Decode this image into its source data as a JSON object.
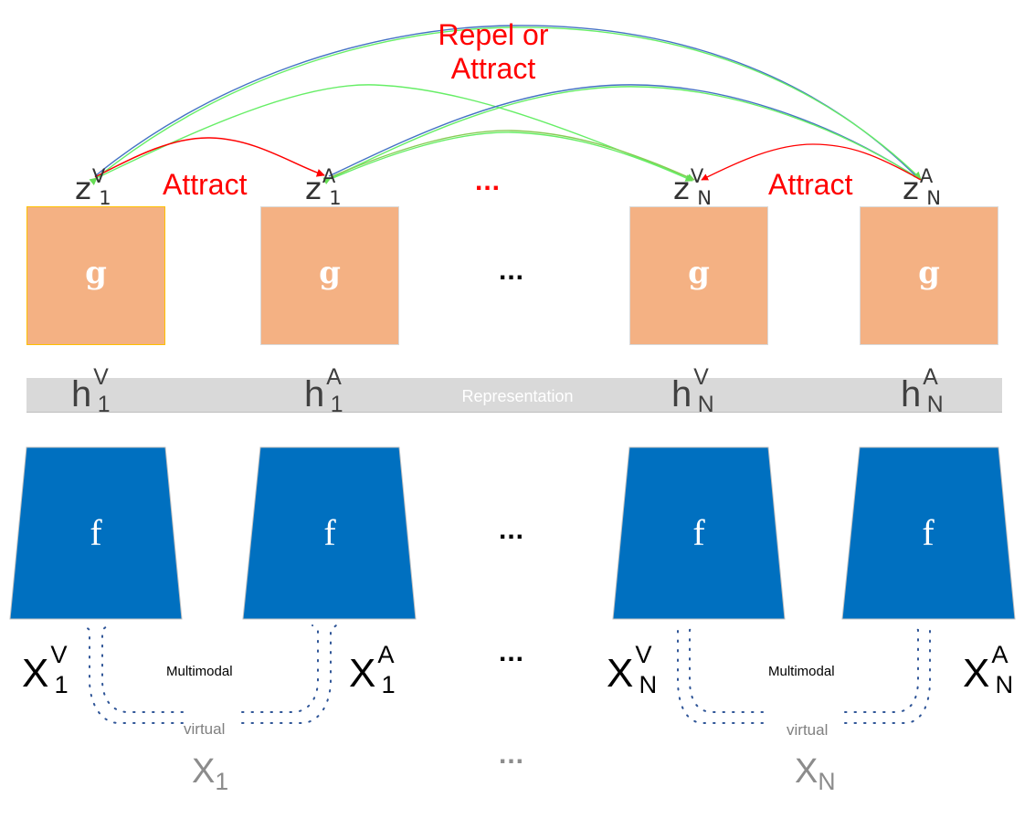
{
  "diagram": {
    "top_labels": {
      "repel_or_attract": "Repel or\nAttract",
      "attract_left": "Attract",
      "attract_right": "Attract",
      "ellipsis_red": "..."
    },
    "projection_heads": [
      {
        "label": "g",
        "z_base": "z",
        "z_sup": "V",
        "z_sub": "1"
      },
      {
        "label": "g",
        "z_base": "z",
        "z_sup": "A",
        "z_sub": "1"
      },
      {
        "label": "g",
        "z_base": "z",
        "z_sup": "V",
        "z_sub": "N"
      },
      {
        "label": "g",
        "z_base": "z",
        "z_sup": "A",
        "z_sub": "N"
      }
    ],
    "head_ellipsis": "...",
    "representation": {
      "label": "Representation",
      "items": [
        {
          "base": "h",
          "sup": "V",
          "sub": "1"
        },
        {
          "base": "h",
          "sup": "A",
          "sub": "1"
        },
        {
          "base": "h",
          "sup": "V",
          "sub": "N"
        },
        {
          "base": "h",
          "sup": "A",
          "sub": "N"
        }
      ]
    },
    "encoders": [
      {
        "label": "f"
      },
      {
        "label": "f"
      },
      {
        "label": "f"
      },
      {
        "label": "f"
      }
    ],
    "encoder_ellipsis": "...",
    "inputs": [
      {
        "base": "X",
        "sup": "V",
        "sub": "1"
      },
      {
        "base": "X",
        "sup": "A",
        "sub": "1"
      },
      {
        "base": "X",
        "sup": "V",
        "sub": "N"
      },
      {
        "base": "X",
        "sup": "A",
        "sub": "N"
      }
    ],
    "input_ellipsis": "...",
    "multimodal_label": "Multimodal",
    "virtual_label": "virtual",
    "virtual_inputs": [
      {
        "base": "X",
        "sub": "1"
      },
      {
        "base": "X",
        "sub": "N"
      }
    ],
    "virtual_ellipsis": "...",
    "colors": {
      "projection_fill": "#f4b183",
      "encoder_fill": "#0070c0",
      "representation_fill": "#d9d9d9",
      "attract_arrow": "#ff0000",
      "contrast_arrow_green": "#66ee66",
      "contrast_arrow_blue": "#4472c4",
      "dotted_connector": "#2f5597",
      "label_red": "#ff0000"
    }
  }
}
